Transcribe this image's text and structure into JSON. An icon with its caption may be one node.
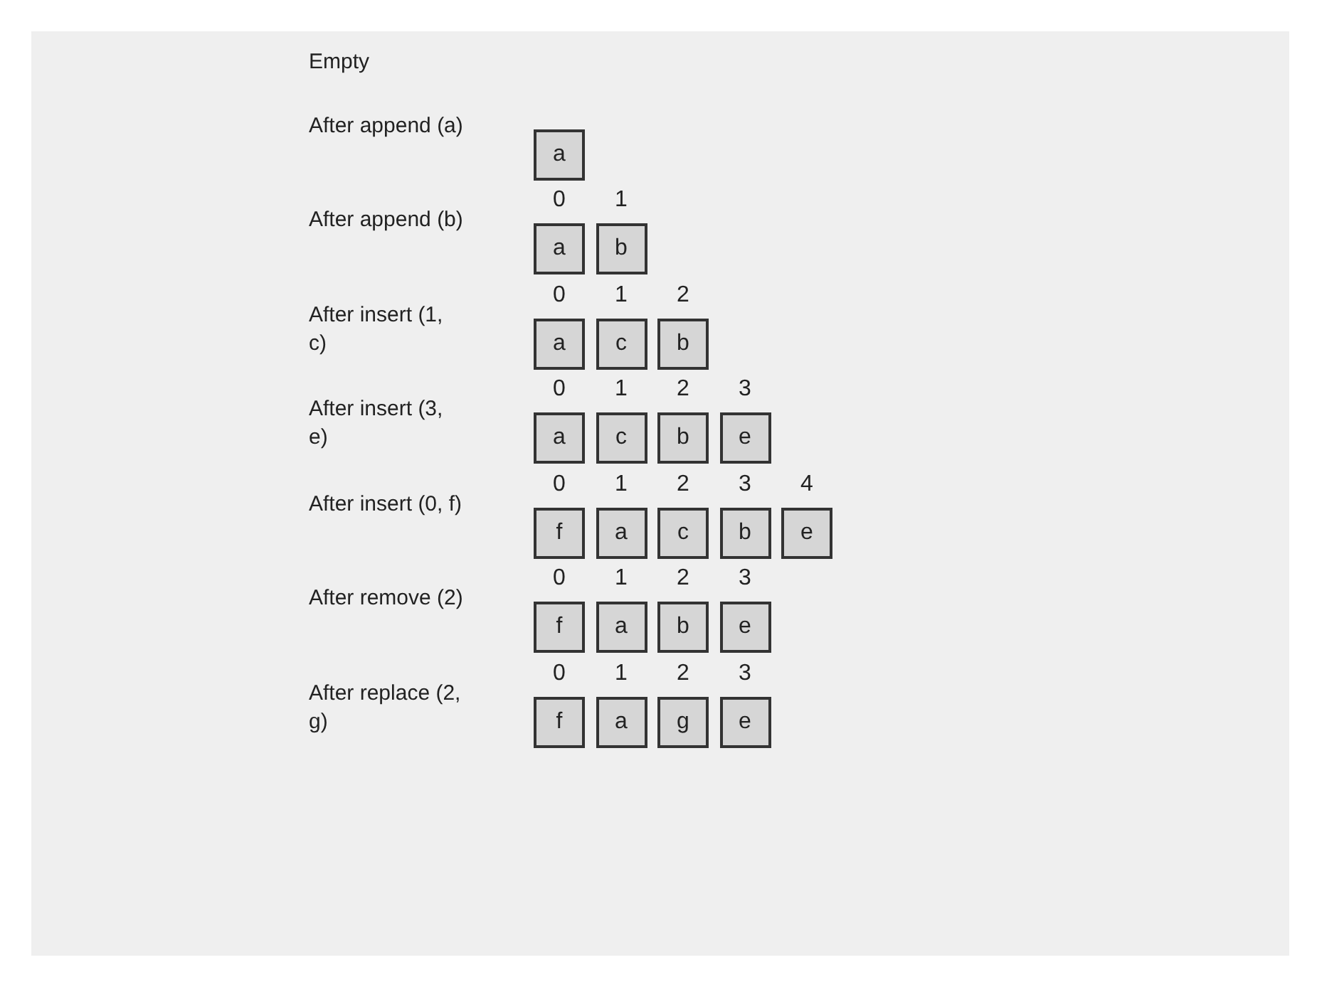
{
  "diagram": {
    "nodes": [
      {
        "text": [
          "a"
        ]
      },
      {
        "text": [
          "a"
        ],
        "beside": [
          "0"
        ]
      },
      {
        "text": [
          "b"
        ],
        "beside": [
          "1"
        ]
      },
      {
        "text": [
          "a"
        ],
        "beside": [
          "0"
        ]
      },
      {
        "text": [
          "c"
        ],
        "beside": [
          "1"
        ]
      },
      {
        "text": [
          "b"
        ],
        "beside": [
          "2"
        ]
      },
      {
        "text": [
          "a"
        ],
        "beside": [
          "0"
        ]
      },
      {
        "text": [
          "c"
        ],
        "beside": [
          "1"
        ]
      },
      {
        "text": [
          "b"
        ],
        "beside": [
          "2"
        ]
      },
      {
        "text": [
          "e"
        ],
        "beside": [
          "3"
        ]
      },
      {
        "text": [
          "f"
        ],
        "beside": [
          "0"
        ]
      },
      {
        "text": [
          "a"
        ],
        "beside": [
          "1"
        ]
      },
      {
        "text": [
          "c"
        ],
        "beside": [
          "2"
        ]
      },
      {
        "text": [
          "b"
        ],
        "beside": [
          "3"
        ]
      },
      {
        "text": [
          "e"
        ],
        "beside": [
          "4"
        ]
      },
      {
        "text": [
          "f"
        ],
        "beside": [
          "0"
        ]
      },
      {
        "text": [
          "a"
        ],
        "beside": [
          "1"
        ]
      },
      {
        "text": [
          "b"
        ],
        "beside": [
          "2"
        ]
      },
      {
        "text": [
          "e"
        ],
        "beside": [
          "3"
        ]
      },
      {
        "text": [
          "f"
        ],
        "beside": [
          "0"
        ]
      },
      {
        "text": [
          "a"
        ],
        "beside": [
          "1"
        ]
      },
      {
        "text": [
          "g"
        ],
        "beside": [
          "2"
        ]
      },
      {
        "text": [
          "e"
        ],
        "beside": [
          "3"
        ]
      }
    ],
    "edges": [],
    "labels": [
      "Empty",
      "After append (a)",
      "After append (b)",
      "After insert (1, c)",
      "After insert (3, e)",
      "After insert (0, f)",
      "After remove (2)",
      "After replace (2, g)"
    ]
  }
}
